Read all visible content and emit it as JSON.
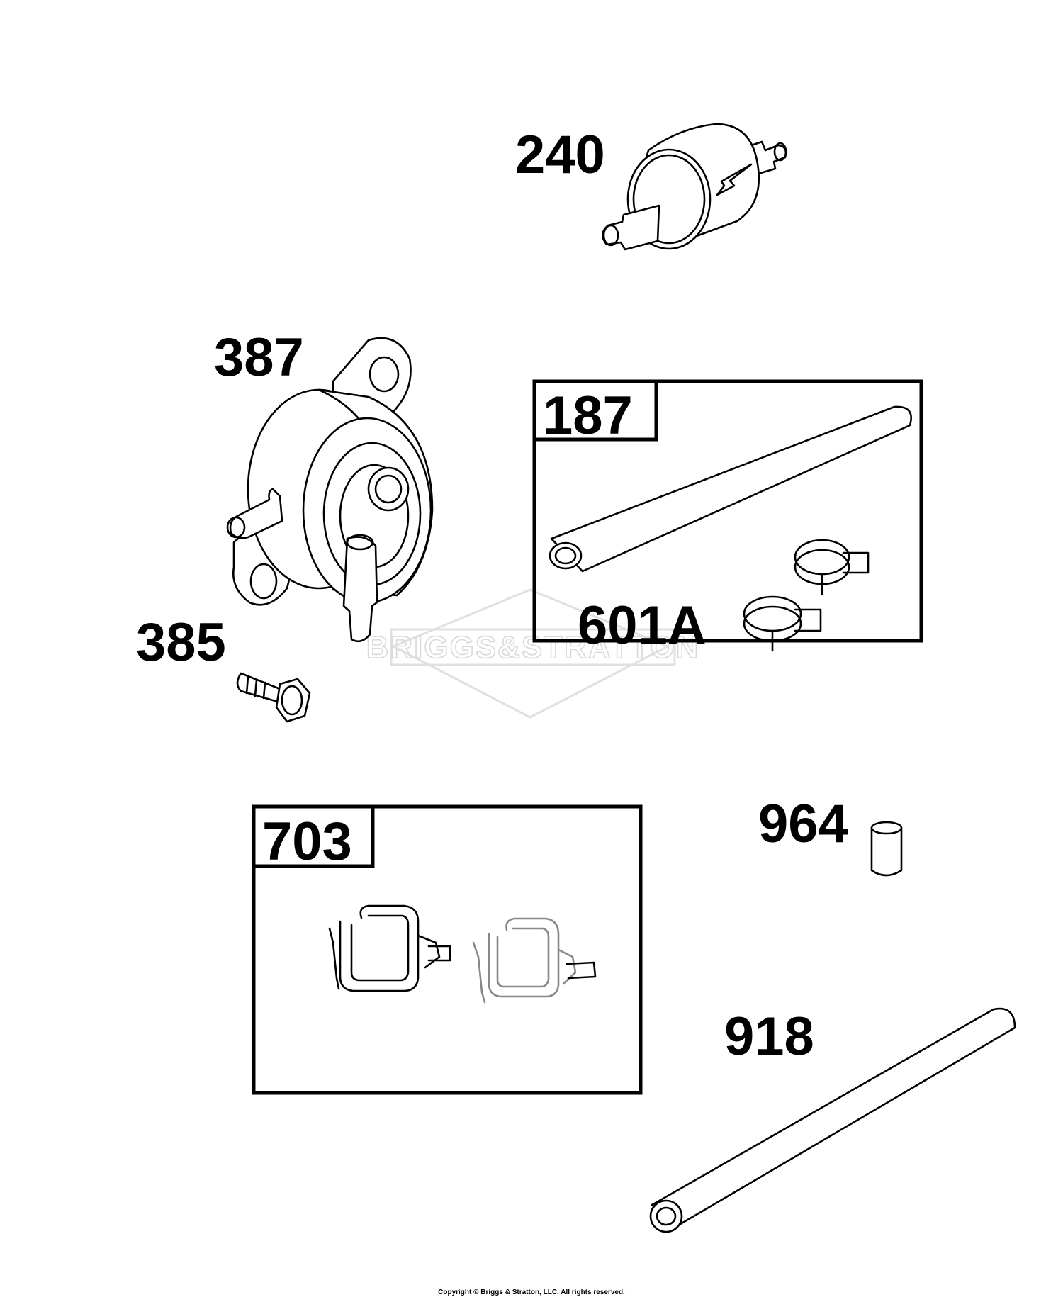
{
  "watermark": "BRIGGS&STRATTON",
  "parts": {
    "p240": "240",
    "p387": "387",
    "p385": "385",
    "p187": "187",
    "p601a": "601A",
    "p703": "703",
    "p964": "964",
    "p918": "918"
  },
  "copyright": "Copyright © Briggs & Stratton, LLC. All rights reserved."
}
